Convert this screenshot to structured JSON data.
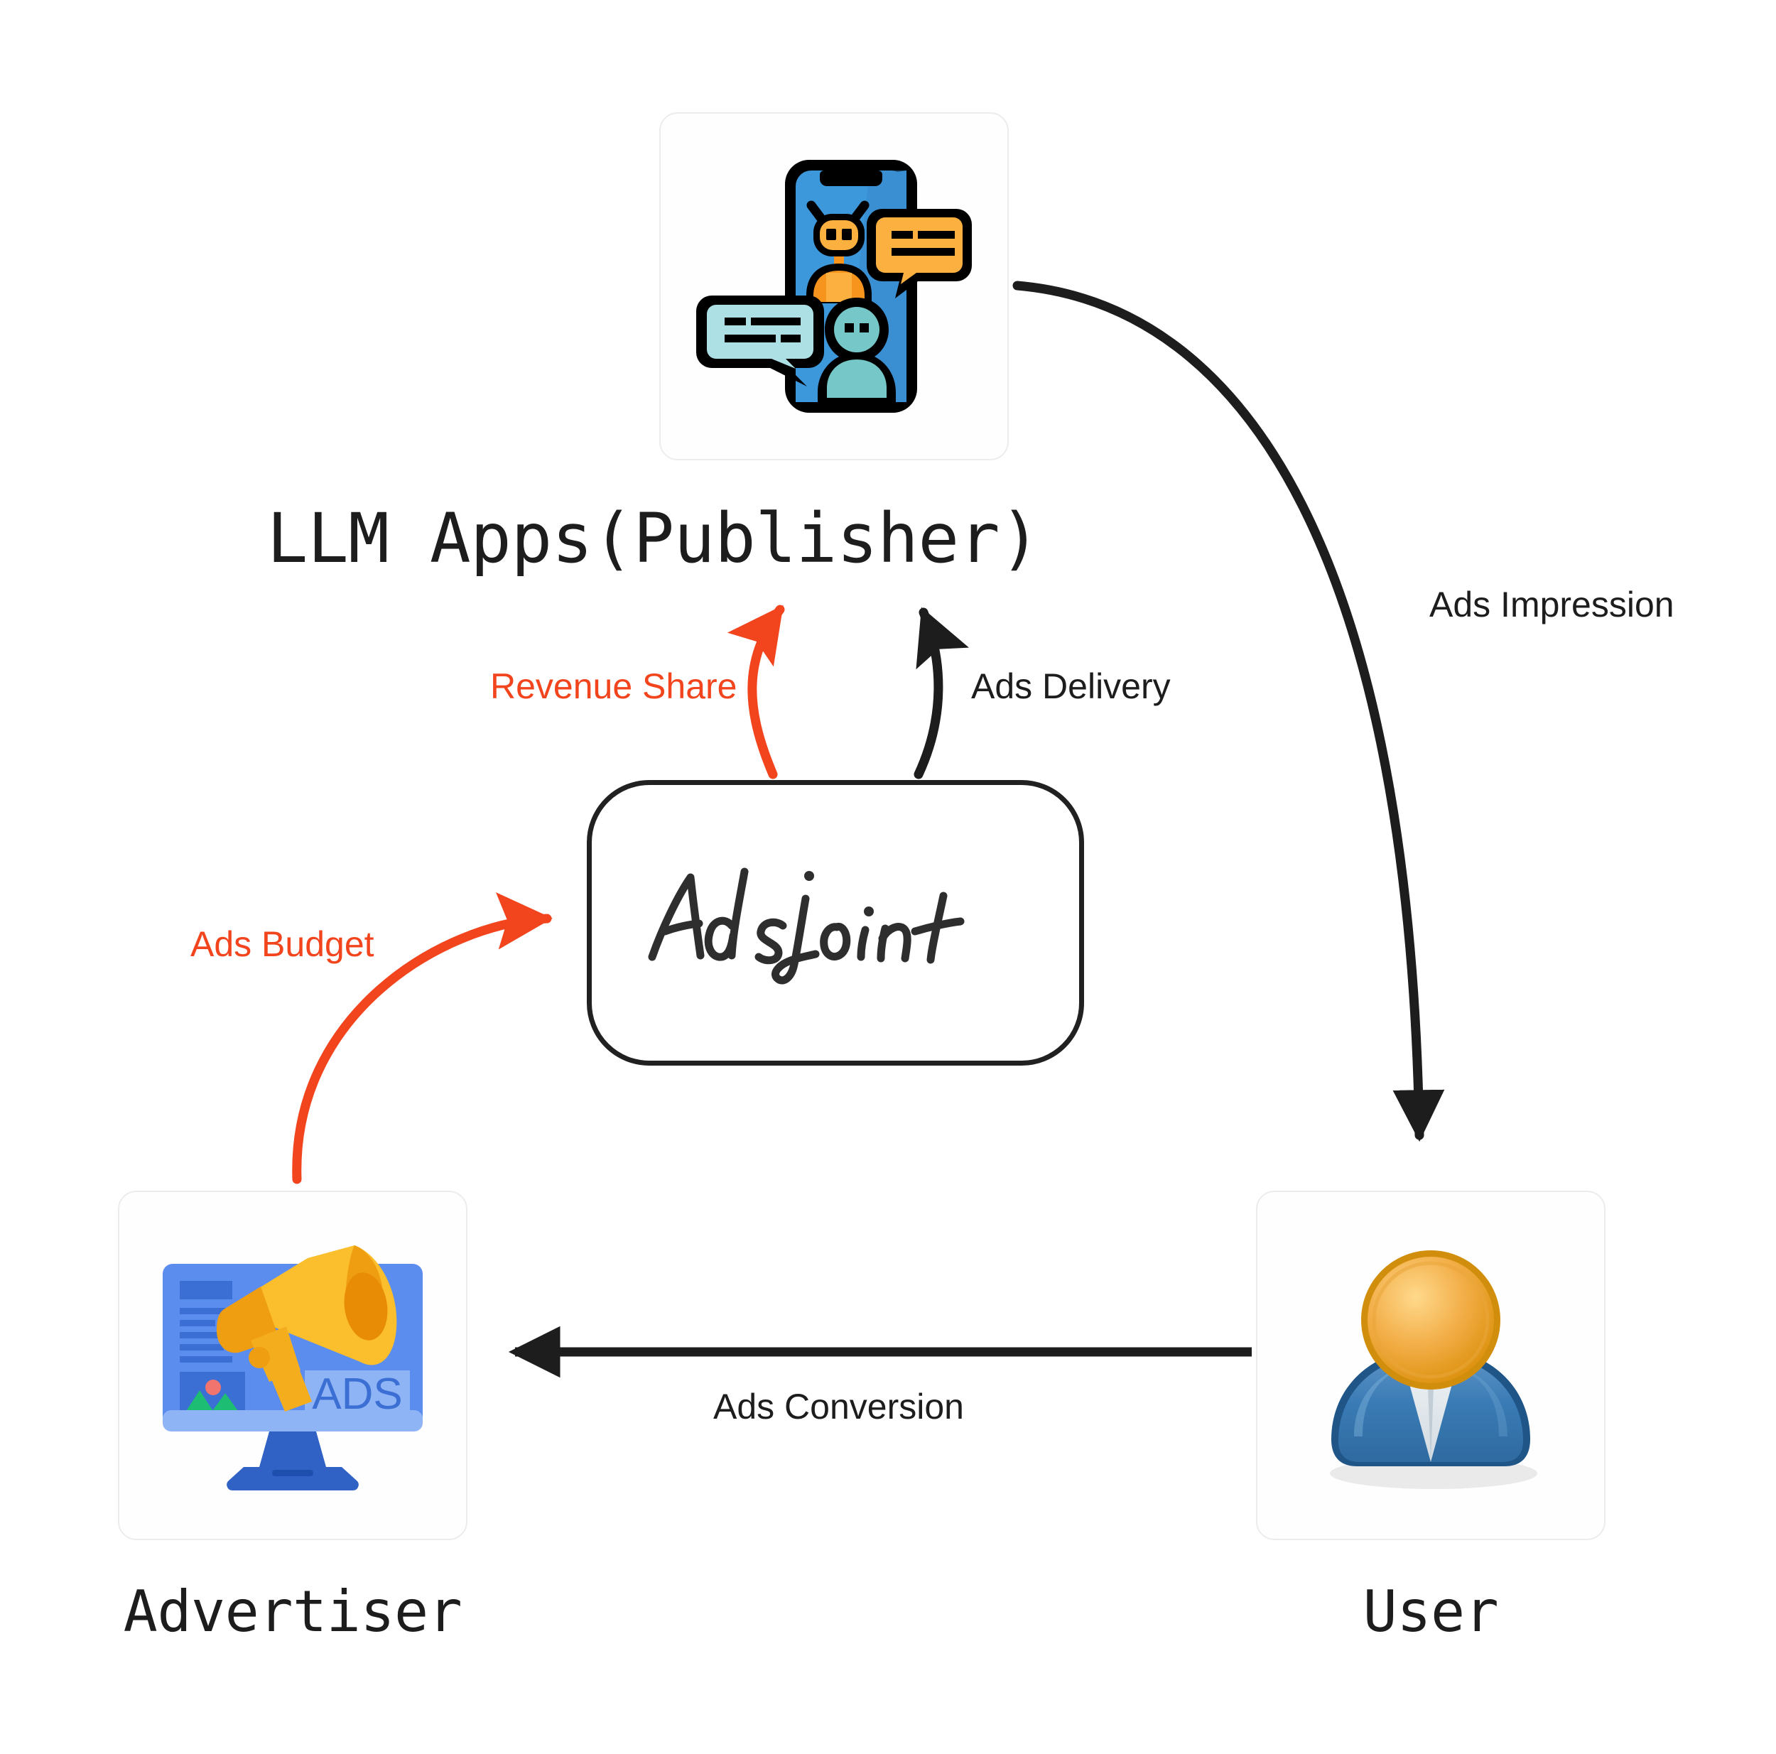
{
  "diagram": {
    "title_text_present": false,
    "background_color": "#ffffff",
    "accent_color": "#F2441D",
    "line_color": "#1d1d1d"
  },
  "nodes": {
    "publisher": {
      "caption": "LLM Apps(Publisher)",
      "icon_name": "mobile-chatbot-icon"
    },
    "adsjoint": {
      "wordmark": "Adsjoint",
      "shape": "rounded-rectangle"
    },
    "advertiser": {
      "caption": "Advertiser",
      "icon_name": "monitor-megaphone-ads-icon",
      "screen_text": "ADS"
    },
    "user": {
      "caption": "User",
      "icon_name": "person-avatar-icon"
    }
  },
  "edges": [
    {
      "id": "revenue-share",
      "label": "Revenue Share",
      "color": "#F2441D",
      "from": "adsjoint",
      "to": "publisher"
    },
    {
      "id": "ads-delivery",
      "label": "Ads Delivery",
      "color": "#1d1d1d",
      "from": "adsjoint",
      "to": "publisher"
    },
    {
      "id": "ads-impression",
      "label": "Ads Impression",
      "color": "#1d1d1d",
      "from": "publisher",
      "to": "user"
    },
    {
      "id": "ads-budget",
      "label": "Ads Budget",
      "color": "#F2441D",
      "from": "advertiser",
      "to": "adsjoint"
    },
    {
      "id": "ads-conversion",
      "label": "Ads Conversion",
      "color": "#1d1d1d",
      "from": "user",
      "to": "advertiser"
    }
  ]
}
